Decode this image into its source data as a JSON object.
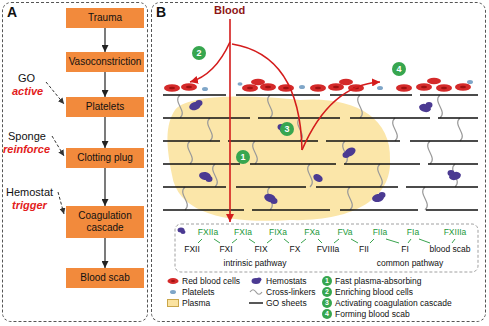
{
  "diagram": {
    "nodes": [
      {
        "text": [
          "A"
        ]
      },
      {
        "text": [
          "Trauma"
        ],
        "in": 0
      },
      {
        "text": [
          "Vasoconstriction"
        ],
        "in": 0
      },
      {
        "text": [
          "Platelets"
        ],
        "in": 0
      },
      {
        "text": [
          "Clotting plug"
        ],
        "in": 0
      },
      {
        "text": [
          "Coagulation cascade"
        ],
        "in": 0
      },
      {
        "text": [
          "Blood scab"
        ],
        "in": 0
      },
      {
        "text": [
          "B"
        ]
      },
      {
        "text": [
          "1"
        ],
        "in": 7
      },
      {
        "text": [
          "2"
        ],
        "in": 7
      },
      {
        "text": [
          "3"
        ],
        "in": 7
      },
      {
        "text": [
          "4"
        ],
        "in": 7
      },
      {
        "text": [
          "1",
          "Fast plasma-absorbing"
        ],
        "in": 7
      },
      {
        "text": [
          "2",
          "Enriching blood cells"
        ],
        "in": 7
      },
      {
        "text": [
          "3",
          "Activating coagulation cascade"
        ],
        "in": 7
      },
      {
        "text": [
          "4",
          "Forming blood scab"
        ],
        "in": 7
      }
    ],
    "edges": [
      {
        "from": 1,
        "to": 2,
        "arrow": "to"
      },
      {
        "from": 2,
        "to": 3,
        "arrow": "to"
      },
      {
        "from": 3,
        "to": 4,
        "arrow": "to"
      },
      {
        "from": 4,
        "to": 5,
        "arrow": "to"
      },
      {
        "from": 5,
        "to": 6,
        "arrow": "to"
      }
    ],
    "labels": [
      "GO",
      "active",
      "Sponge",
      "reinforce",
      "Hemostat",
      "trigger",
      "Blood",
      "FXIIa",
      "FXIa",
      "FIXa",
      "FXa",
      "FVa",
      "FIIa",
      "FIa",
      "FXIIIa",
      "FXII",
      "FXI",
      "FIX",
      "FX",
      "FVIIIa",
      "FII",
      "FI",
      "blood scab",
      "intrinsic pathway",
      "common pathway"
    ],
    "legend": [
      {
        "text": "Red blood cells"
      },
      {
        "text": "Hemostats"
      },
      {
        "text": "Platelets"
      },
      {
        "text": "Cross-linkers"
      },
      {
        "text": "Plasma",
        "color": "#fbe3a0"
      },
      {
        "text": "GO sheets"
      }
    ]
  }
}
